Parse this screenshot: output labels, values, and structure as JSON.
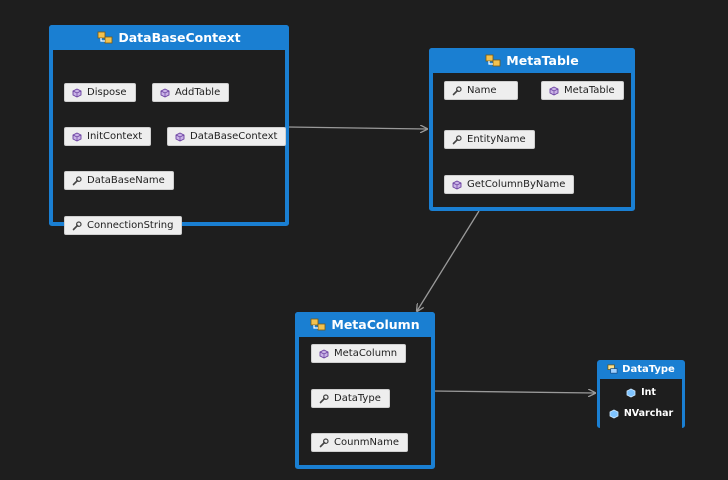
{
  "classes": {
    "dbcontext": {
      "title": "DataBaseContext",
      "members": [
        {
          "label": "Dispose",
          "kind": "method"
        },
        {
          "label": "AddTable",
          "kind": "method"
        },
        {
          "label": "InitContext",
          "kind": "method"
        },
        {
          "label": "DataBaseContext",
          "kind": "method"
        },
        {
          "label": "DataBaseName",
          "kind": "property"
        },
        {
          "label": "ConnectionString",
          "kind": "property"
        }
      ]
    },
    "metatable": {
      "title": "MetaTable",
      "members": [
        {
          "label": "Name",
          "kind": "property"
        },
        {
          "label": "MetaTable",
          "kind": "method"
        },
        {
          "label": "EntityName",
          "kind": "property"
        },
        {
          "label": "GetColumnByName",
          "kind": "method"
        }
      ]
    },
    "metacolumn": {
      "title": "MetaColumn",
      "members": [
        {
          "label": "MetaColumn",
          "kind": "method"
        },
        {
          "label": "DataType",
          "kind": "property"
        },
        {
          "label": "CounmName",
          "kind": "property"
        }
      ]
    }
  },
  "enum": {
    "title": "DataType",
    "items": [
      "Int",
      "NVarchar"
    ]
  },
  "colors": {
    "background": "#1e1e1e",
    "accent": "#1a7fd2",
    "member_bg": "#eeeeee",
    "method_icon": "#8b5fbf",
    "property_icon": "#555555",
    "connector": "#9a9a9a"
  },
  "icons": {
    "class_header": "class-icon",
    "enum_header": "enum-icon",
    "method": "method-cube-icon",
    "property": "wrench-icon",
    "enum_value": "enum-value-icon"
  }
}
